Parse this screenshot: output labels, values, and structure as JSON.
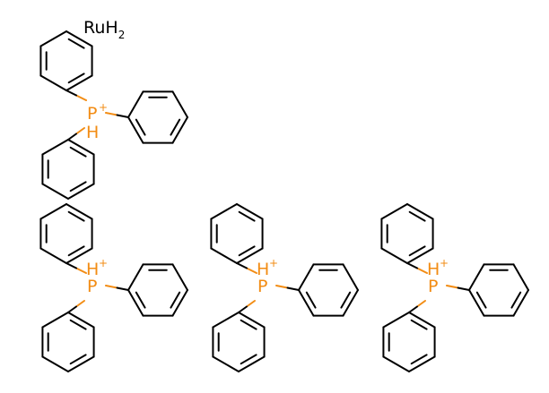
{
  "metal_formula": {
    "main": "RuH",
    "subscript": "2"
  },
  "atoms": {
    "phosphorus": "P",
    "hydrogen": "H",
    "charge": "+"
  },
  "colors": {
    "phosphorus": "#f28c14",
    "bond": "#000000",
    "background": "#ffffff"
  },
  "molecules": [
    {
      "id": "phosphonium-1",
      "hydrogen_position": "below",
      "charge_on": "P"
    },
    {
      "id": "phosphonium-2",
      "hydrogen_position": "above",
      "charge_on": "H"
    },
    {
      "id": "phosphonium-3",
      "hydrogen_position": "above",
      "charge_on": "H"
    },
    {
      "id": "phosphonium-4",
      "hydrogen_position": "above",
      "charge_on": "H"
    }
  ]
}
